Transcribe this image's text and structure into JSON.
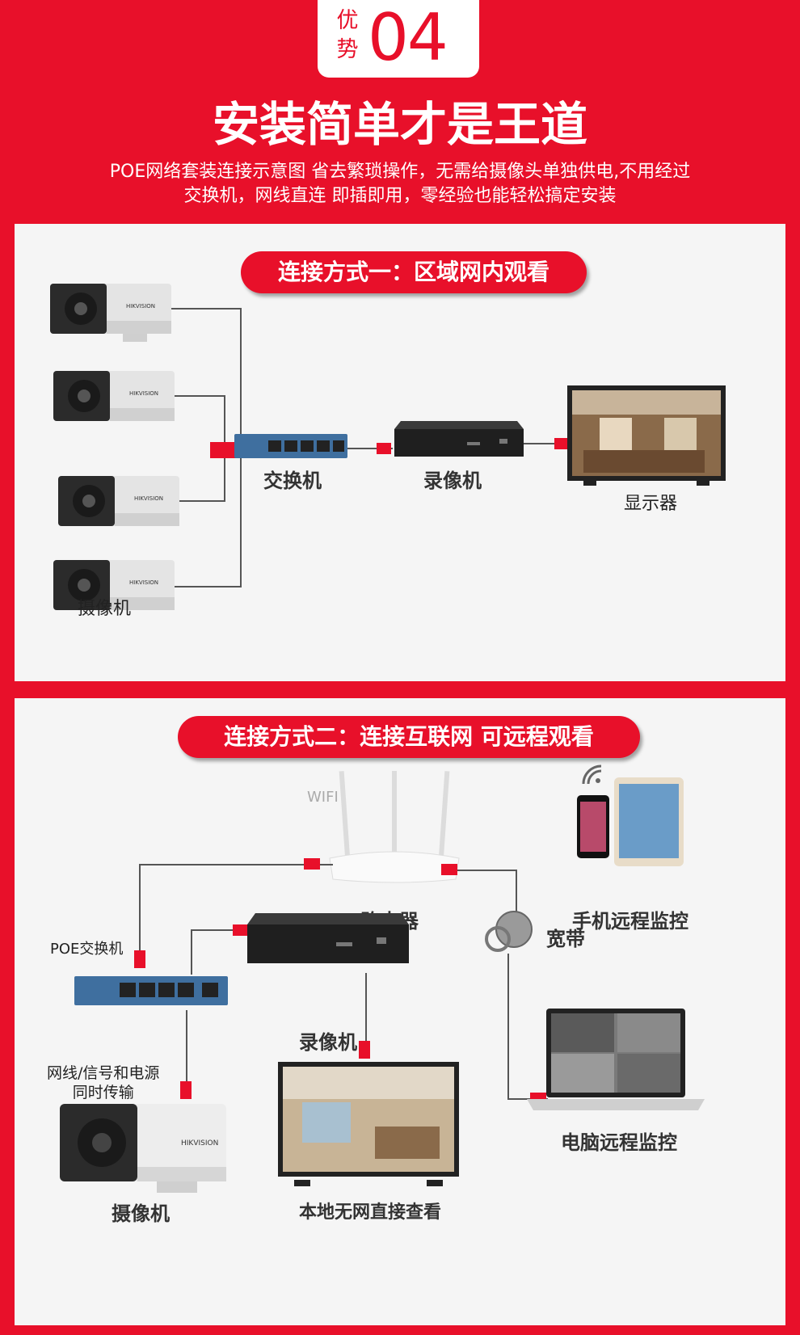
{
  "header": {
    "badge_label_1": "优",
    "badge_label_2": "势",
    "badge_number": "04",
    "headline": "安装简单才是王道",
    "description_line1": "POE网络套装连接示意图 省去繁琐操作，无需给摄像头单独供电,不用经过",
    "description_line2": "交换机，网线直连 即插即用，零经验也能轻松搞定安装"
  },
  "panel1": {
    "title": "连接方式一：区域网内观看",
    "switch_label": "交换机",
    "nvr_label": "录像机",
    "monitor_label": "显示器",
    "camera_label": "摄像机",
    "camera_brand": "HIKVISION"
  },
  "panel2": {
    "title": "连接方式二：连接互联网 可远程观看",
    "wifi_label": "WIFI",
    "router_label": "路由器",
    "mobile_label": "手机远程监控",
    "poe_switch_label": "POE交换机",
    "broadband_label": "宽带",
    "nvr_label": "录像机",
    "cable_label_line1": "网线/信号和电源",
    "cable_label_line2": "同时传输",
    "camera_label": "摄像机",
    "local_label": "本地无网直接查看",
    "pc_label": "电脑远程监控",
    "camera_brand": "HIKVISION"
  },
  "colors": {
    "brand_red": "#e8102a",
    "panel_bg": "#f5f5f5",
    "switch_blue": "#3f6f9f"
  }
}
